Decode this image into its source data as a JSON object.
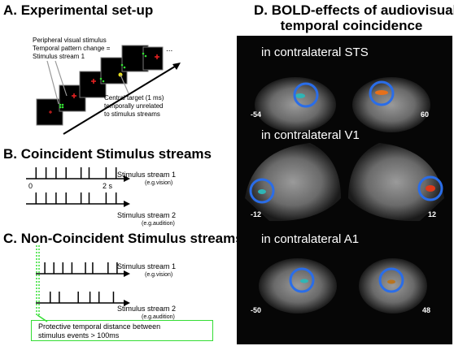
{
  "panel_a": {
    "title": "A. Experimental set-up",
    "peripheral_line1": "Peripheral visual stimulus",
    "peripheral_line2": "Temporal pattern change =",
    "peripheral_line3": "Stimulus stream 1",
    "central_line1": "Central target (1 ms)",
    "central_line2": "temporally unrelated",
    "central_line3": "to stimulus streams",
    "ellipsis": "..."
  },
  "panel_b": {
    "title": "B. Coincident Stimulus streams",
    "stream1": "Stimulus stream 1",
    "stream1_note": "(e.g.vision)",
    "stream2": "Stimulus stream 2",
    "stream2_note": "(e.g.audition)",
    "t0": "0",
    "t2": "2 s",
    "events": [
      0.1,
      0.2,
      0.3,
      0.4,
      0.55,
      0.63,
      0.8,
      0.9
    ]
  },
  "panel_c": {
    "title": "C. Non-Coincident Stimulus streams",
    "stream1": "Stimulus stream 1",
    "stream1_note": "(e.g.vision)",
    "stream2": "Stimulus stream 2",
    "stream2_note": "(e.g.audition)",
    "events1": [
      0.1,
      0.2,
      0.3,
      0.4,
      0.55,
      0.63,
      0.8,
      0.9
    ],
    "events2": [
      0.16,
      0.26,
      0.47,
      0.6,
      0.7,
      0.86
    ],
    "box_line1": "Protective temporal distance between",
    "box_line2": "stimulus events > 100ms",
    "box_color": "#33dd33"
  },
  "panel_d": {
    "title_line1": "D. BOLD-effects of audiovisual",
    "title_line2": "temporal coincidence",
    "rows": [
      {
        "label": "in contralateral STS",
        "left_coord": "-54",
        "right_coord": "60"
      },
      {
        "label": "in contralateral V1",
        "left_coord": "-12",
        "right_coord": "12"
      },
      {
        "label": "in contralateral A1",
        "left_coord": "-50",
        "right_coord": "48"
      }
    ],
    "circle_color": "#2a6de8"
  }
}
